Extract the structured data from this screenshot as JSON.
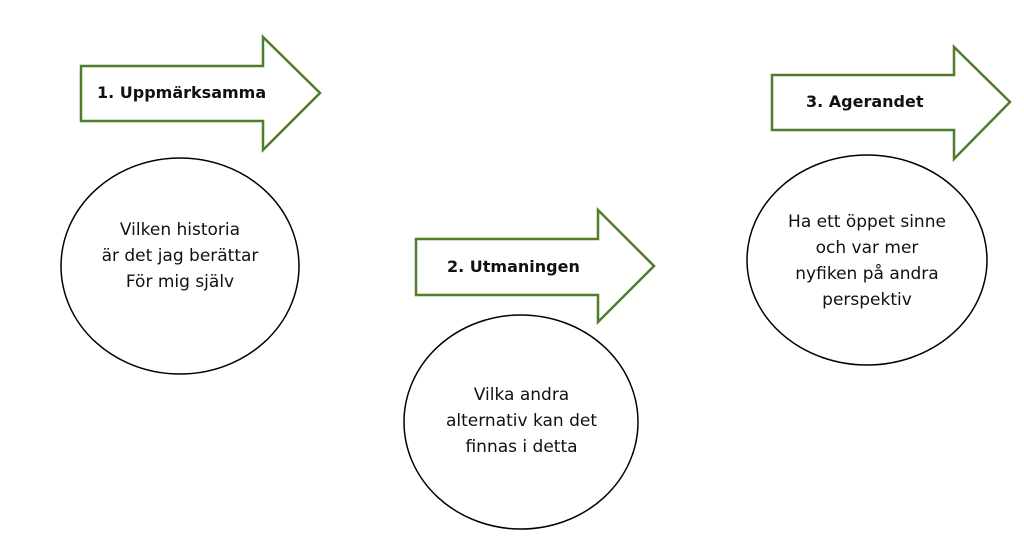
{
  "colors": {
    "arrow_stroke": "#4f7d2a",
    "ellipse_stroke": "#000000",
    "fill": "#ffffff"
  },
  "steps": [
    {
      "arrow_label": "1. Uppmärksamma",
      "circle_lines": [
        "Vilken historia",
        "är det jag berättar",
        "För mig själv"
      ]
    },
    {
      "arrow_label": "2. Utmaningen",
      "circle_lines": [
        "Vilka andra",
        "alternativ kan det",
        "finnas i detta"
      ]
    },
    {
      "arrow_label": "3. Agerandet",
      "circle_lines": [
        "Ha ett öppet sinne",
        "och var mer",
        "nyfiken på andra",
        "perspektiv"
      ]
    }
  ]
}
